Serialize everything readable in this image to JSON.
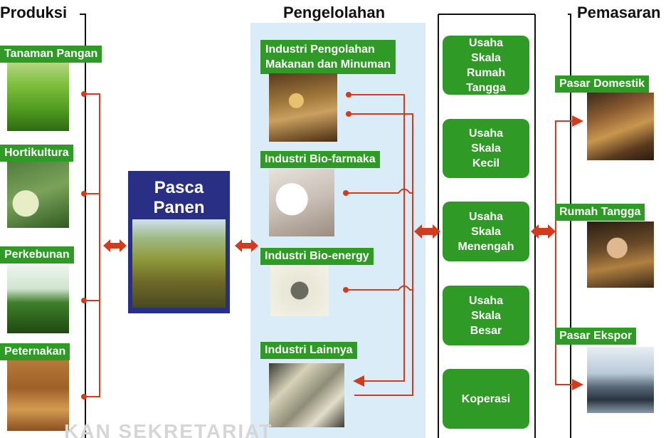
{
  "titles": {
    "produksi": "Produksi",
    "pengelolahan": "Pengelolahan",
    "pemasaran": "Pemasaran"
  },
  "produksi_items": [
    {
      "label": "Tanaman Pangan"
    },
    {
      "label": "Hortikultura"
    },
    {
      "label": "Perkebunan"
    },
    {
      "label": "Peternakan"
    }
  ],
  "pasca_panen": {
    "line1": "Pasca",
    "line2": "Panen"
  },
  "industri_items": [
    {
      "line1": "Industri Pengolahan",
      "line2": "Makanan dan Minuman"
    },
    {
      "line1": "Industri Bio-farmaka",
      "line2": ""
    },
    {
      "line1": "Industri Bio-energy",
      "line2": ""
    },
    {
      "line1": "Industri Lainnya",
      "line2": ""
    }
  ],
  "usaha_items": [
    {
      "lines": [
        "Usaha Skala",
        "Rumah",
        "Tangga"
      ]
    },
    {
      "lines": [
        "Usaha",
        "Skala",
        "Kecil"
      ]
    },
    {
      "lines": [
        "Usaha",
        "Skala",
        "Menengah"
      ]
    },
    {
      "lines": [
        "Usaha",
        "Skala",
        "Besar"
      ]
    },
    {
      "lines": [
        "Koperasi"
      ]
    }
  ],
  "pemasaran_items": [
    {
      "label": "Pasar Domestik"
    },
    {
      "label": "Rumah Tangga"
    },
    {
      "label": "Pasar Ekspor"
    }
  ],
  "watermark": "KAN SEKRETARIAT",
  "colors": {
    "green": "#2f9a26",
    "navy": "#2a2f86",
    "arrow_red": "#d23b1e",
    "panel_blue": "#d9ecf7"
  }
}
